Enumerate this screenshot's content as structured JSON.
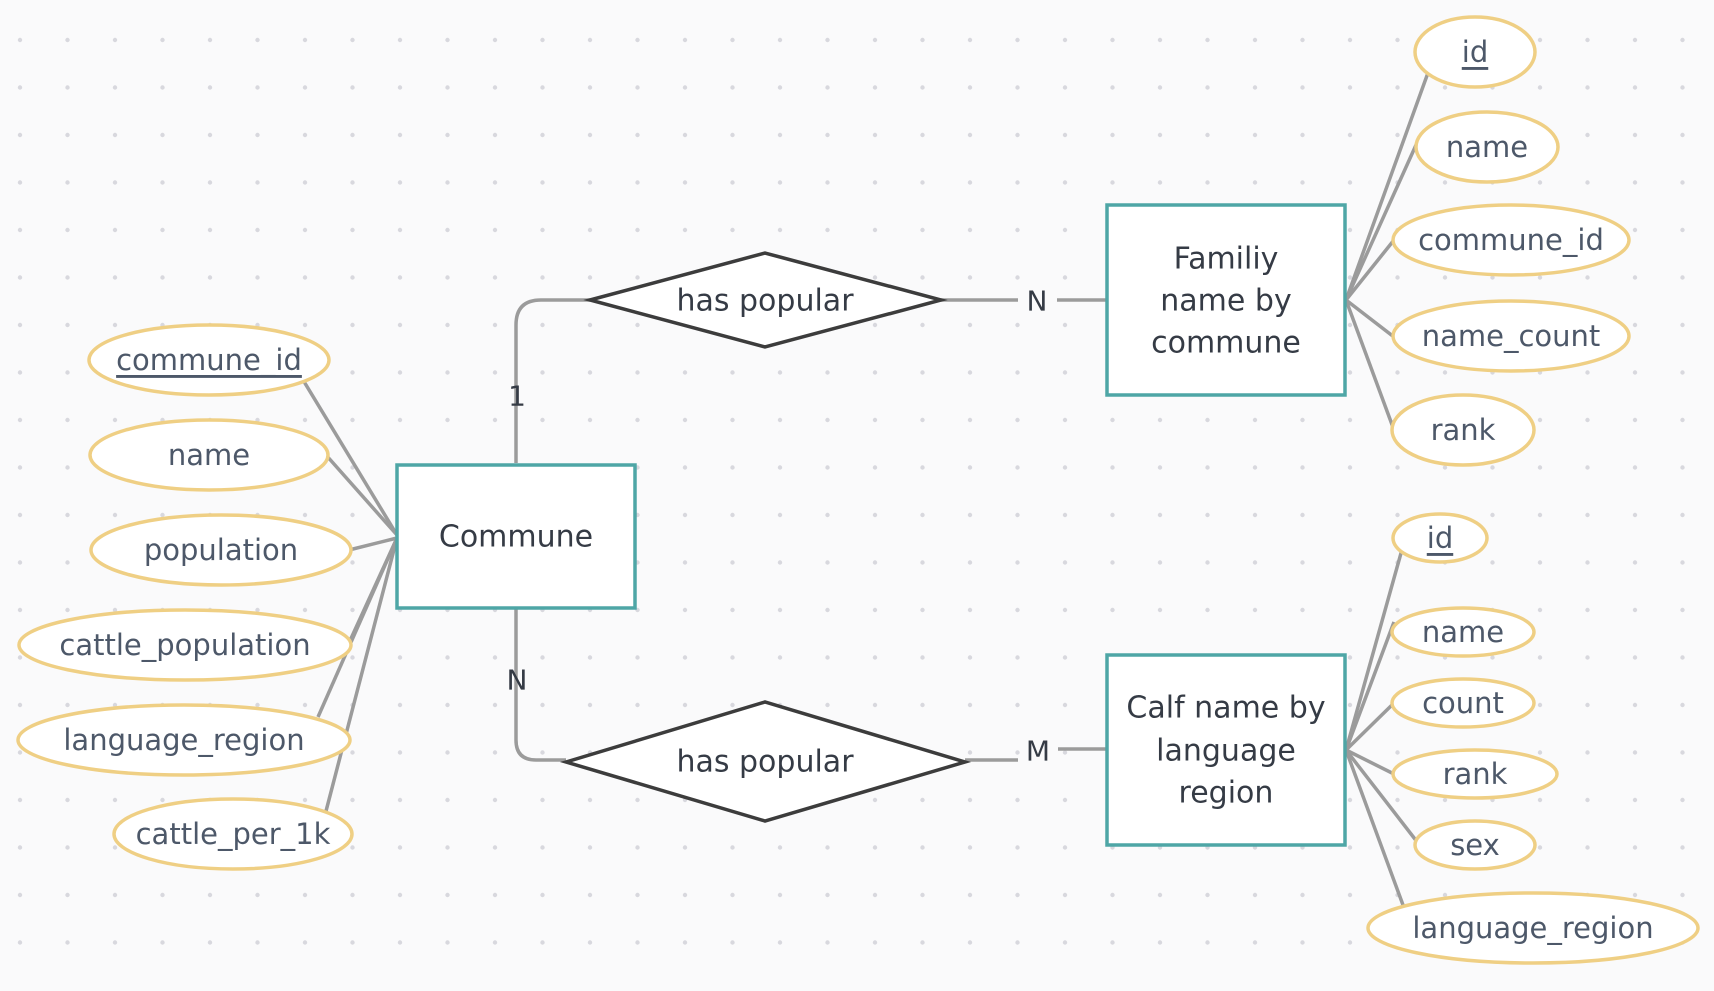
{
  "colors": {
    "background": "#fafafb",
    "entity_border": "#4ea6a6",
    "relationship_border": "#3c3c3c",
    "attribute_border": "#efcf84",
    "connector": "#9b9b9b",
    "text": "#353b45",
    "attribute_text": "#4d5869",
    "grid_dot": "#d8d8de"
  },
  "entities": {
    "commune": {
      "label": "Commune"
    },
    "family_name": {
      "lines": [
        "Familiy",
        "name by",
        "commune"
      ]
    },
    "calf_name": {
      "lines": [
        "Calf name by",
        "language",
        "region"
      ]
    }
  },
  "relationships": {
    "top": {
      "label": "has popular"
    },
    "bottom": {
      "label": "has popular"
    }
  },
  "cardinalities": {
    "top_commune": "1",
    "top_family": "N",
    "bottom_commune": "N",
    "bottom_calf": "M"
  },
  "attributes": {
    "commune": [
      {
        "label": "commune_id",
        "key": true
      },
      {
        "label": "name",
        "key": false
      },
      {
        "label": "population",
        "key": false
      },
      {
        "label": "cattle_population",
        "key": false
      },
      {
        "label": "language_region",
        "key": false
      },
      {
        "label": "cattle_per_1k",
        "key": false
      }
    ],
    "family_name": [
      {
        "label": "id",
        "key": true
      },
      {
        "label": "name",
        "key": false
      },
      {
        "label": "commune_id",
        "key": false
      },
      {
        "label": "name_count",
        "key": false
      },
      {
        "label": "rank",
        "key": false
      }
    ],
    "calf_name": [
      {
        "label": "id",
        "key": true
      },
      {
        "label": "name",
        "key": false
      },
      {
        "label": "count",
        "key": false
      },
      {
        "label": "rank",
        "key": false
      },
      {
        "label": "sex",
        "key": false
      },
      {
        "label": "language_region",
        "key": false
      }
    ]
  }
}
